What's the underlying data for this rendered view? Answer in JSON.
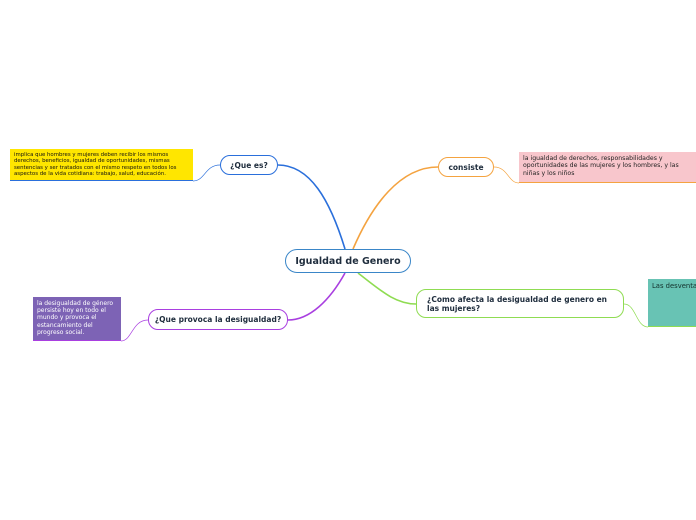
{
  "central": {
    "label": "Igualdad de Genero"
  },
  "branches": [
    {
      "id": "quees",
      "label": "¿Que es?",
      "color": "#2a6fdb",
      "note": {
        "text": "implica que hombres y mujeres deben recibir los mismos derechos, beneficios, igualdad de oportunidades, mismas sentencias y ser tratados con el mismo respeto en todos los aspectos de la vida cotidiana: trabajo, salud, educación.",
        "background": "#ffe600"
      }
    },
    {
      "id": "consiste",
      "label": "consiste",
      "color": "#f4a340",
      "note": {
        "text": "la igualdad de derechos, responsabilidades y oportunidades de las mujeres y los hombres, y las niñas y los niños",
        "background": "#f8c6cc"
      }
    },
    {
      "id": "provoca",
      "label": "¿Que provoca la desigualdad?",
      "color": "#a93fe0",
      "note": {
        "text": "la desigualdad de género persiste hoy en todo el mundo y provoca el estancamiento del progreso social.",
        "background": "#7d63b5"
      }
    },
    {
      "id": "afecta",
      "label": "¿Como afecta la desigualdad de genero en las mujeres?",
      "color": "#8fdc52",
      "note": {
        "text": "Las desventajas en educación se traducen en falta de capacitación y de oportunidades para acceder al mercado de trabajo.",
        "background": "#68c3b4"
      }
    }
  ]
}
